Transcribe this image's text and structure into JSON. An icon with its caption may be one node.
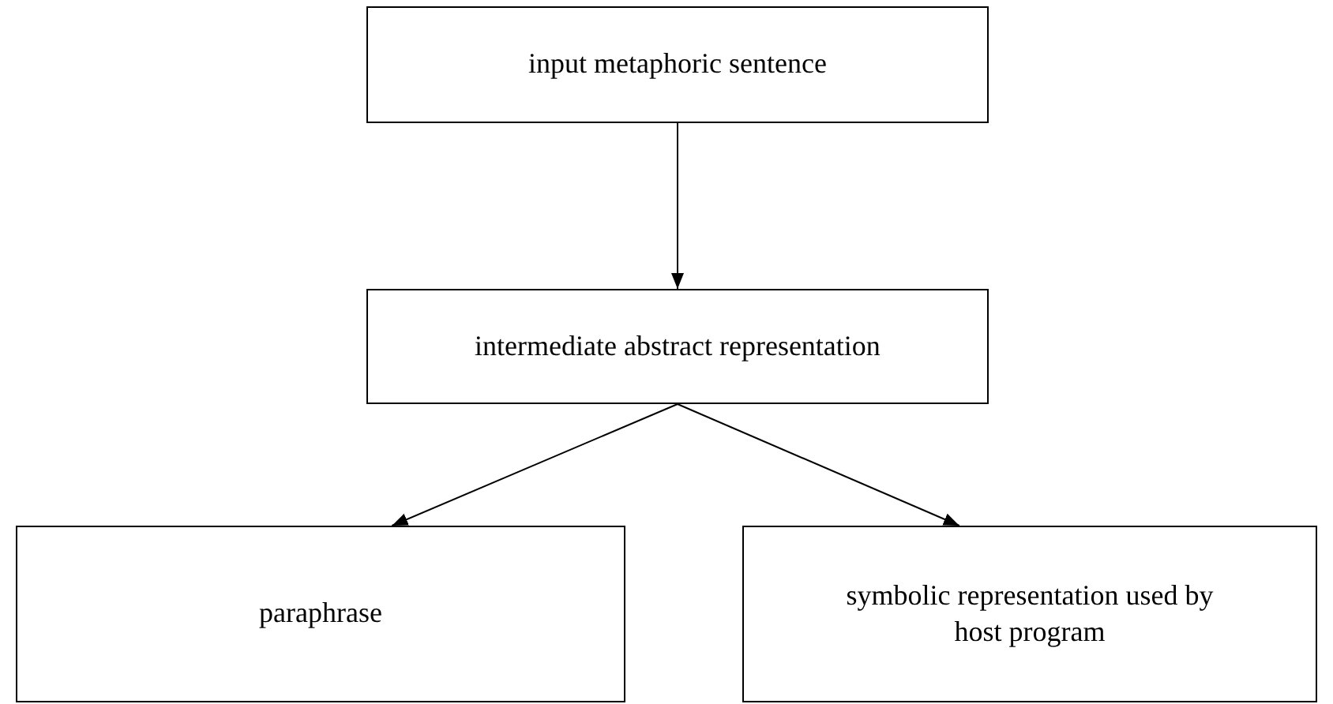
{
  "diagram": {
    "nodes": [
      {
        "text": [
          "input metaphoric sentence"
        ]
      },
      {
        "text": [
          "intermediate abstract representation"
        ]
      },
      {
        "text": [
          "paraphrase"
        ]
      },
      {
        "text": [
          "symbolic representation used by host program"
        ]
      }
    ],
    "edges": [
      {
        "from": 0,
        "to": 1,
        "arrow": "to"
      },
      {
        "from": 1,
        "to": 2,
        "arrow": "to"
      },
      {
        "from": 1,
        "to": 3,
        "arrow": "to"
      }
    ]
  }
}
